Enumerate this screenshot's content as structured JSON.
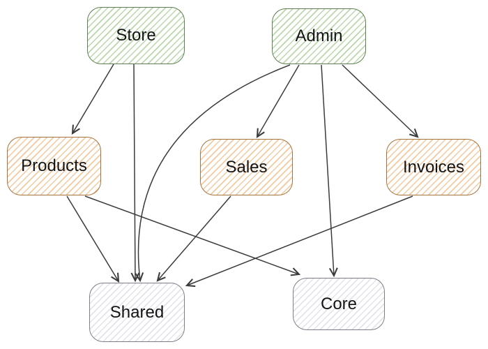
{
  "diagram": {
    "nodes": [
      {
        "id": "store",
        "label": "Store",
        "color_group": "green"
      },
      {
        "id": "admin",
        "label": "Admin",
        "color_group": "green"
      },
      {
        "id": "products",
        "label": "Products",
        "color_group": "orange"
      },
      {
        "id": "sales",
        "label": "Sales",
        "color_group": "orange"
      },
      {
        "id": "invoices",
        "label": "Invoices",
        "color_group": "orange"
      },
      {
        "id": "shared",
        "label": "Shared",
        "color_group": "gray"
      },
      {
        "id": "core",
        "label": "Core",
        "color_group": "gray"
      }
    ],
    "edges": [
      {
        "from": "Store",
        "to": "Products"
      },
      {
        "from": "Store",
        "to": "Shared"
      },
      {
        "from": "Products",
        "to": "Shared"
      },
      {
        "from": "Products",
        "to": "Core"
      },
      {
        "from": "Sales",
        "to": "Shared"
      },
      {
        "from": "Invoices",
        "to": "Shared"
      },
      {
        "from": "Admin",
        "to": "Sales"
      },
      {
        "from": "Admin",
        "to": "Invoices"
      },
      {
        "from": "Admin",
        "to": "Core"
      },
      {
        "from": "Admin",
        "to": "Shared"
      }
    ],
    "colors": {
      "green_hatch": "#b8d8aa",
      "orange_hatch": "#f3c9a0",
      "gray_hatch": "#e3e3ea",
      "edge": "#3b3b3b",
      "text": "#141414",
      "background": "#ffffff"
    }
  }
}
